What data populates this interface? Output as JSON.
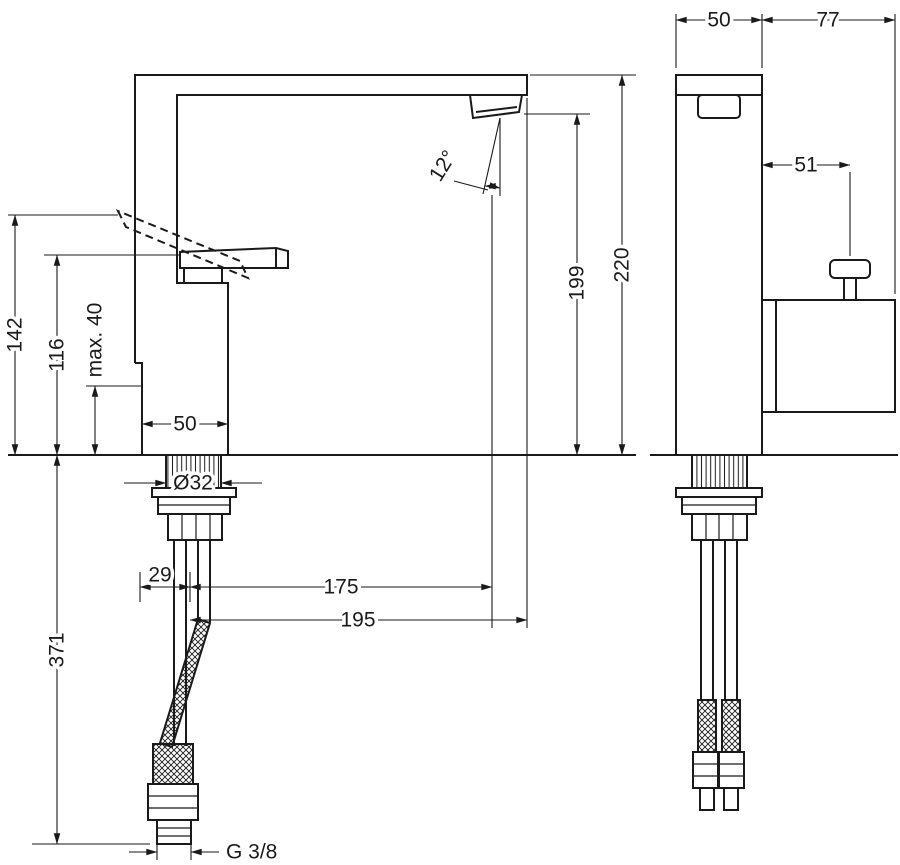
{
  "colors": {
    "ink": "#1a1a1a",
    "paper": "#ffffff"
  },
  "side_view": {
    "d142": "142",
    "d116": "116",
    "dmax40": "max. 40",
    "d50": "50",
    "dd32": "Ø32",
    "d29": "29",
    "d371": "371",
    "d175": "175",
    "d195": "195",
    "d199": "199",
    "d220": "220",
    "a12": "12°",
    "g38": "G 3/8"
  },
  "front_view": {
    "d50": "50",
    "d77": "77",
    "d51": "51"
  }
}
